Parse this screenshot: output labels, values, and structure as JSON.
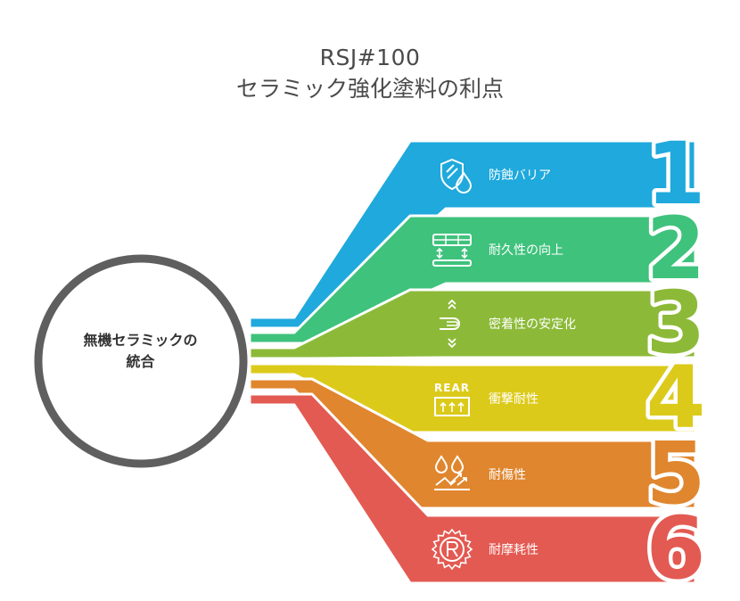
{
  "title": {
    "line1": "RSJ#100",
    "line2": "セラミック強化塗料の利点"
  },
  "hub": {
    "line1": "無機セラミックの",
    "line2": "統合"
  },
  "colors": {
    "hub_ring": "#5f5f5f",
    "text_on_band": "#ffffff"
  },
  "benefits": [
    {
      "number": "1",
      "label": "防蝕バリア",
      "color": "#1fa9dc",
      "icon": "shield-droplet-icon"
    },
    {
      "number": "2",
      "label": "耐久性の向上",
      "color": "#3fc27c",
      "icon": "layered-durability-icon"
    },
    {
      "number": "3",
      "label": "密着性の安定化",
      "color": "#8cba38",
      "icon": "adhesion-icon"
    },
    {
      "number": "4",
      "label": "衝撃耐性",
      "color": "#dcca1a",
      "icon": "rear-impact-icon",
      "icon_text": "REAR"
    },
    {
      "number": "5",
      "label": "耐傷性",
      "color": "#e0862e",
      "icon": "scratch-resistance-icon"
    },
    {
      "number": "6",
      "label": "耐摩耗性",
      "color": "#e35a52",
      "icon": "wear-resistance-icon"
    }
  ]
}
